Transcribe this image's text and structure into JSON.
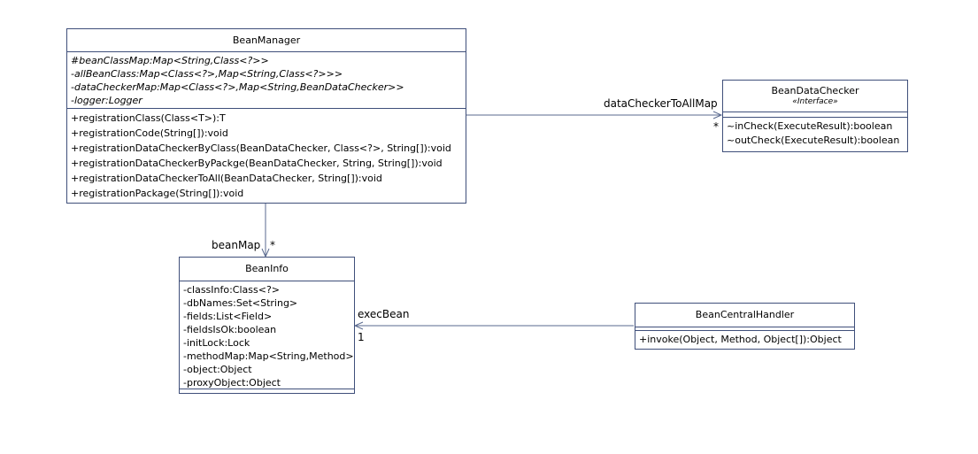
{
  "classes": {
    "bean_manager": {
      "name": "BeanManager",
      "attributes": [
        "#beanClassMap:Map<String,Class<?>>",
        "-allBeanClass:Map<Class<?>,Map<String,Class<?>>>",
        "-dataCheckerMap:Map<Class<?>,Map<String,BeanDataChecker>>",
        "-logger:Logger"
      ],
      "operations": [
        "+registrationClass(Class<T>):T",
        "+registrationCode(String[]):void",
        "+registrationDataCheckerByClass(BeanDataChecker, Class<?>, String[]):void",
        "+registrationDataCheckerByPackge(BeanDataChecker, String, String[]):void",
        "+registrationDataCheckerToAll(BeanDataChecker, String[]):void",
        "+registrationPackage(String[]):void"
      ]
    },
    "bean_data_checker": {
      "name": "BeanDataChecker",
      "stereotype": "«Interface»",
      "attributes": [],
      "operations": [
        "~inCheck(ExecuteResult):boolean",
        "~outCheck(ExecuteResult):boolean"
      ]
    },
    "bean_info": {
      "name": "BeanInfo",
      "attributes": [
        "-classInfo:Class<?>",
        "-dbNames:Set<String>",
        "-fields:List<Field>",
        "-fieldsIsOk:boolean",
        "-initLock:Lock",
        "-methodMap:Map<String,Method>",
        "-object:Object",
        "-proxyObject:Object"
      ],
      "operations": []
    },
    "bean_central_handler": {
      "name": "BeanCentralHandler",
      "attributes": [],
      "operations": [
        "+invoke(Object, Method, Object[]):Object"
      ]
    }
  },
  "associations": {
    "to_data_checker": {
      "role": "dataCheckerToAllMap",
      "multiplicity": "*"
    },
    "to_bean_info": {
      "role": "beanMap",
      "multiplicity": "*"
    },
    "exec_bean": {
      "role": "execBean",
      "multiplicity": "1"
    }
  },
  "colors": {
    "border": "#3f4f7a",
    "line": "#5a6a8f"
  }
}
